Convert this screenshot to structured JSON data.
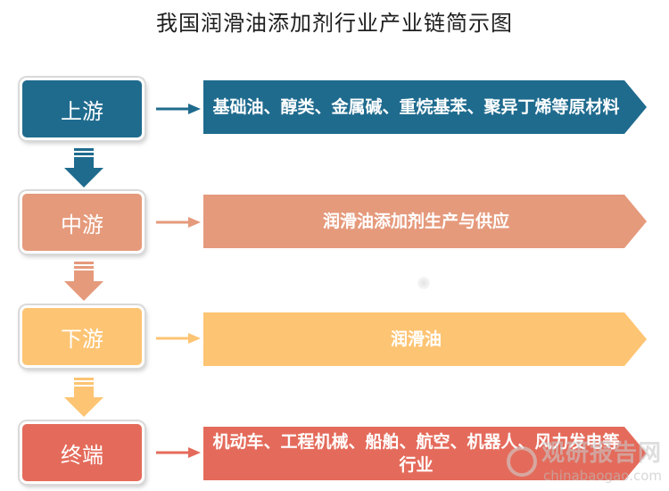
{
  "title": "我国润滑油添加剂行业产业链简示图",
  "stages": [
    {
      "label": "上游",
      "description": "基础油、醇类、金属碱、重烷基苯、聚异丁烯等原材料",
      "color": "#1f6b8e",
      "banner_color": "#1f6b8e"
    },
    {
      "label": "中游",
      "description": "润滑油添加剂生产与供应",
      "color": "#e59a7c",
      "banner_color": "#e59a7c"
    },
    {
      "label": "下游",
      "description": "润滑油",
      "color": "#fdc473",
      "banner_color": "#fdc473"
    },
    {
      "label": "终端",
      "description": "机动车、工程机械、船舶、航空、机器人、风力发电等行业",
      "color": "#e46b5b",
      "banner_color": "#e46b5b"
    }
  ],
  "watermark": {
    "main": "观研报告网",
    "sub": "chinabaogao.com"
  }
}
